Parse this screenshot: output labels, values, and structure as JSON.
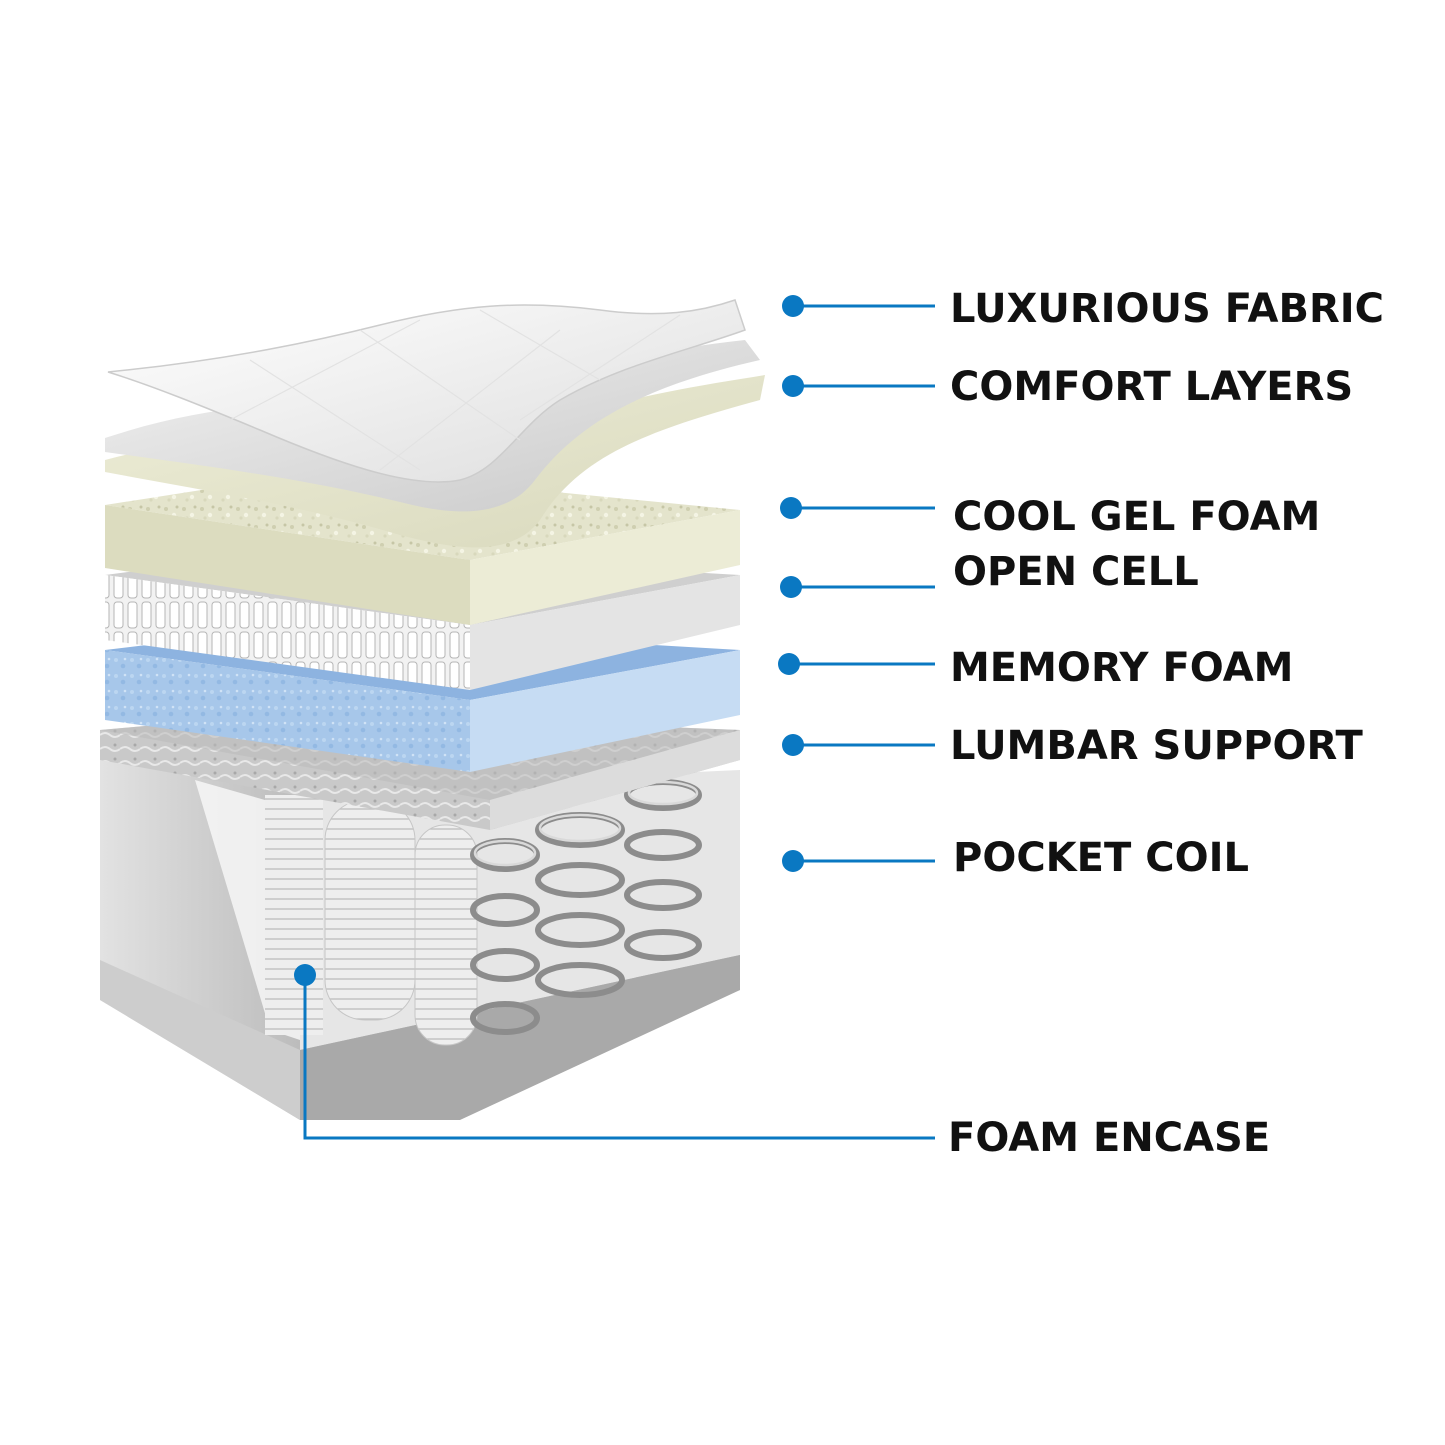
{
  "callouts": {
    "luxurious_fabric": "LUXURIOUS FABRIC",
    "comfort_layers": "COMFORT LAYERS",
    "cool_gel_foam": "COOL GEL FOAM",
    "open_cell": "OPEN CELL",
    "memory_foam": "MEMORY FOAM",
    "lumbar_support": "LUMBAR SUPPORT",
    "pocket_coil": "POCKET COIL",
    "foam_encase": "FOAM ENCASE"
  },
  "colors": {
    "callout_blue": "#0a78c2",
    "label_text": "#111111",
    "memory_foam_blue": "#a9c8ea",
    "gel_foam_cream": "#e6e6cf",
    "encase_gray": "#d6d6d6"
  }
}
